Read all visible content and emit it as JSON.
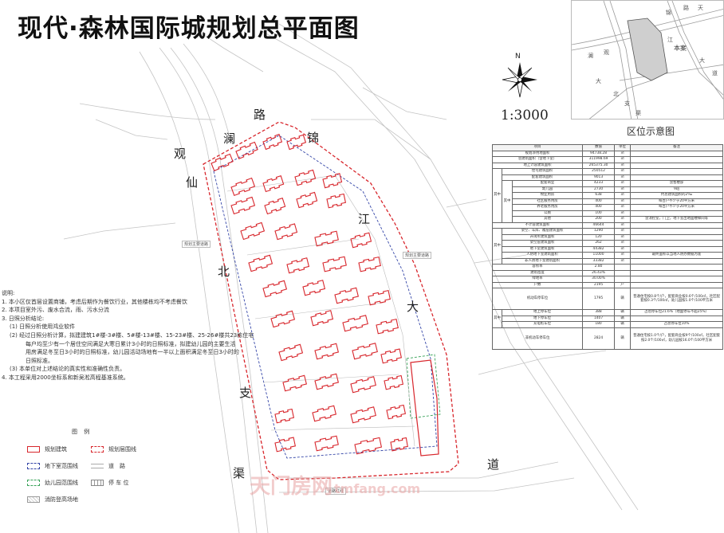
{
  "title": "现代·森林国际城规划总平面图",
  "scale": "1:3000",
  "north": {
    "label": "N",
    "icon": "north-arrow-icon"
  },
  "location_map": {
    "caption": "区位示意图",
    "labels": [
      "天",
      "锦",
      "路",
      "观",
      "澜",
      "江",
      "本案",
      "大",
      "道",
      "大",
      "北",
      "支",
      "渠"
    ]
  },
  "roads": [
    {
      "id": "guan",
      "text": "观"
    },
    {
      "id": "lan",
      "text": "澜"
    },
    {
      "id": "lu",
      "text": "路"
    },
    {
      "id": "jin",
      "text": "锦"
    },
    {
      "id": "xian",
      "text": "仙"
    },
    {
      "id": "jiang",
      "text": "江"
    },
    {
      "id": "bei",
      "text": "北"
    },
    {
      "id": "da",
      "text": "大"
    },
    {
      "id": "zhi",
      "text": "支"
    },
    {
      "id": "qu",
      "text": "渠"
    },
    {
      "id": "dao",
      "text": "道"
    }
  ],
  "small_labels": [
    "规划主要道路",
    "规划主要道路",
    "道路红线"
  ],
  "notes": [
    {
      "level": 0,
      "text": "说明:"
    },
    {
      "level": 0,
      "text": "1. 本小区仅首层设置商铺，考虑后期作为餐饮行业，其他楼栋均不考虑餐饮"
    },
    {
      "level": 0,
      "text": "2. 本项目室外污、废水合流，雨、污水分流"
    },
    {
      "level": 0,
      "text": "3. 日照分析结论:"
    },
    {
      "level": 1,
      "text": "(1)  日照分析使用鸿业软件"
    },
    {
      "level": 1,
      "text": "(2)  经过日照分析计算，拟建建筑1#楼-3#楼、5#楼-13#楼、15-23#楼、25-26#楼共23栋住宅"
    },
    {
      "level": 2,
      "text": "每户均至少有一个居住空间满足大寒日累计3小时的日照标准，拟建幼儿园的主要生活"
    },
    {
      "level": 2,
      "text": "用房满足冬至日3小时的日照标准，幼儿园活动场地有一半以上面积满足冬至日3小时的"
    },
    {
      "level": 2,
      "text": "日照标准。"
    },
    {
      "level": 1,
      "text": "(3)  本单位对上述结论的真实性和准确性负责。"
    },
    {
      "level": 0,
      "text": "4. 本工程采用2000坐标系和新吴淞高程基准系统。"
    }
  ],
  "legend": {
    "title": "图 例",
    "items": [
      {
        "text": "规划建筑",
        "kind": "solid-red"
      },
      {
        "text": "规划层围线",
        "kind": "dash-red"
      },
      {
        "text": "地下室范围线",
        "kind": "dash-blue"
      },
      {
        "text": "道　路",
        "kind": "road"
      },
      {
        "text": "幼儿园范围线",
        "kind": "dash-green"
      },
      {
        "text": "停 车 位",
        "kind": "parking"
      },
      {
        "text": "消防登高场地",
        "kind": "fire"
      }
    ]
  },
  "stats_table": {
    "header": [
      "项目",
      "数值",
      "单位",
      "备注"
    ],
    "rows": [
      {
        "label": "规划净用地面积",
        "value": "94738.28",
        "unit": "㎡",
        "note": ""
      },
      {
        "label": "总建筑面积（含地下室）",
        "value": "311998.69",
        "unit": "㎡",
        "note": ""
      },
      {
        "label": "地上计容建筑面积",
        "value": "265375.30",
        "unit": "㎡",
        "note": ""
      },
      {
        "group": "其中",
        "label": "住宅建筑面积",
        "value": "250512",
        "unit": "㎡",
        "note": ""
      },
      {
        "label": "配套建筑面积",
        "value": "9013",
        "unit": "㎡",
        "note": ""
      },
      {
        "group": "其中",
        "label": "配套商业",
        "value": "4233",
        "unit": "㎡",
        "note": "含售楼部"
      },
      {
        "label": "幼儿园",
        "value": "2730",
        "unit": "㎡",
        "note": "9班"
      },
      {
        "label": "物业用房",
        "value": "638",
        "unit": "㎡",
        "note": "约总建筑面积的2‰"
      },
      {
        "label": "社区服务用房",
        "value": "400",
        "unit": "㎡",
        "note": "每百户不少于20平方米"
      },
      {
        "label": "养老服务用房",
        "value": "400",
        "unit": "㎡",
        "note": "每百户不少于20平方米"
      },
      {
        "label": "公厕",
        "value": "100",
        "unit": "㎡",
        "note": ""
      },
      {
        "label": "其他",
        "value": "200",
        "unit": "㎡",
        "note": "含消控室，门卫，地下室出地面楼梯间等"
      },
      {
        "label": "不计容建筑面积",
        "value": "46644",
        "unit": "㎡",
        "note": ""
      },
      {
        "group": "其中",
        "label": "架空、车库、覆层建筑面积",
        "value": "1290",
        "unit": "㎡",
        "note": ""
      },
      {
        "label": "开闭所建筑面积",
        "value": "120",
        "unit": "㎡",
        "note": ""
      },
      {
        "label": "架空层建筑面积",
        "value": "262",
        "unit": "㎡",
        "note": ""
      },
      {
        "label": "地下室建筑面积",
        "value": "44382",
        "unit": "㎡",
        "note": ""
      },
      {
        "label": "人防地下室建筑面积",
        "value": "11000",
        "unit": "㎡",
        "note": "最终面积以当地人防办数据为准"
      },
      {
        "label": "非人防地下室建筑面积",
        "value": "33382",
        "unit": "㎡",
        "note": ""
      },
      {
        "label": "容积率",
        "value": "2.80",
        "unit": "",
        "note": ""
      },
      {
        "label": "建筑密度",
        "value": "26.43%",
        "unit": "",
        "note": ""
      },
      {
        "label": "绿地率",
        "value": "30.00%",
        "unit": "",
        "note": ""
      },
      {
        "label": "户数",
        "value": "2195",
        "unit": "户",
        "note": ""
      },
      {
        "label": "机动车停车位",
        "value": "1795",
        "unit": "辆",
        "note": "普通住宅按0.8个/户，配套商业按0.6个/100㎡，社区配套按0.3个/100㎡，幼儿园按1.0个/100平方米",
        "tall": true
      },
      {
        "group": "其中",
        "label": "地上停车位",
        "value": "388",
        "unit": "辆",
        "note": "占总停车位21.6%（地面停车不超25%）"
      },
      {
        "label": "地下停车位",
        "value": "1407",
        "unit": "辆",
        "note": ""
      },
      {
        "label": "充电桩车位",
        "value": "180",
        "unit": "辆",
        "note": "占总停车位10%"
      },
      {
        "label": "非机动车停车位",
        "value": "2824",
        "unit": "辆",
        "note": "普通住宅按1.0个/户，配套商业按9个/100㎡，社区配套按2.0个/100㎡，幼儿园按16.0个/100平方米",
        "tall": true
      }
    ]
  },
  "watermark": {
    "cn": "天门房网",
    "en": "tmfang.com"
  },
  "colors": {
    "building": "#d8262c",
    "boundary": "#d8262c",
    "basement": "#3546a8",
    "kindergarten": "#3aa35a",
    "road_line": "#bfbfbf"
  }
}
